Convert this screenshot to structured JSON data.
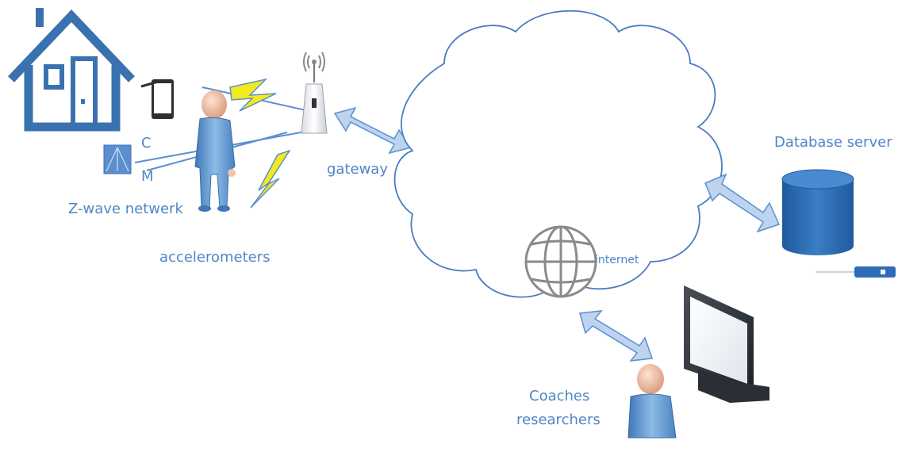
{
  "labels": {
    "c": "C",
    "m": "M",
    "zwave": "Z-wave netwerk",
    "accelerometers": "accelerometers",
    "gateway": "gateway",
    "internet": "internet",
    "database_server": "Database server",
    "coaches": "Coaches",
    "researchers": "researchers"
  },
  "colors": {
    "label": "#4f86c6",
    "house": "#3a72b0",
    "cloud_stroke": "#4a7cc0",
    "arrow_fill": "#bdd3ef",
    "arrow_stroke": "#5b8fcf",
    "lightning": "#f2ea1f",
    "database": "#2e6db5",
    "person_body": "#6fa4d8",
    "person_head": "#f3c4a8"
  },
  "icons": [
    "house-icon",
    "tablet-icon",
    "person-icon",
    "lightning-icon",
    "router-antenna-icon",
    "globe-icon",
    "database-icon",
    "monitor-icon",
    "sensor-icon"
  ]
}
